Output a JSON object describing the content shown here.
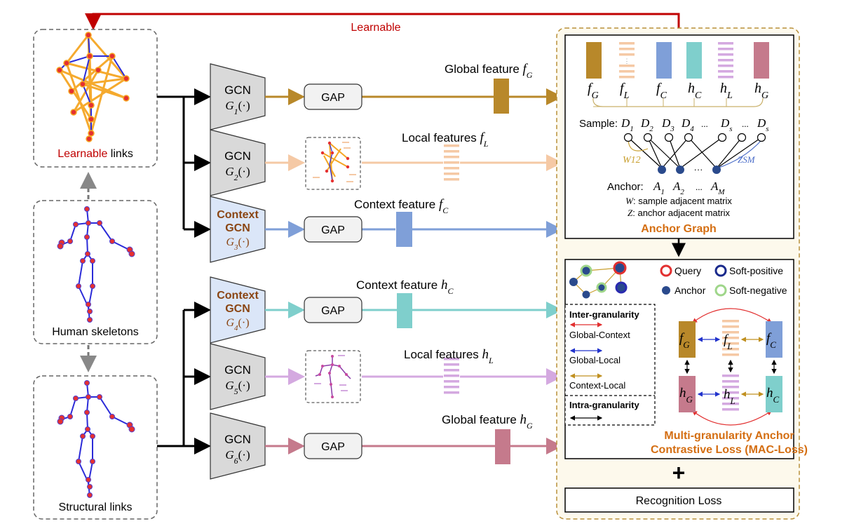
{
  "top_arrow_label": "Learnable",
  "skeleton_panels": [
    {
      "label_prefix": "Learnable",
      "label_suffix": " links"
    },
    {
      "label": "Human skeletons"
    },
    {
      "label": "Structural links"
    }
  ],
  "gcn_blocks": [
    {
      "title_a": "GCN",
      "title_b": "",
      "fn": "G",
      "sub": "1",
      "arg": "(·)",
      "context": false
    },
    {
      "title_a": "GCN",
      "title_b": "",
      "fn": "G",
      "sub": "2",
      "arg": "(·)",
      "context": false
    },
    {
      "title_a": "Context",
      "title_b": "GCN",
      "fn": "G",
      "sub": "3",
      "arg": "(·)",
      "context": true
    },
    {
      "title_a": "Context",
      "title_b": "GCN",
      "fn": "G",
      "sub": "4",
      "arg": "(·)",
      "context": true
    },
    {
      "title_a": "GCN",
      "title_b": "",
      "fn": "G",
      "sub": "5",
      "arg": "(·)",
      "context": false
    },
    {
      "title_a": "GCN",
      "title_b": "",
      "fn": "G",
      "sub": "6",
      "arg": "(·)",
      "context": false
    }
  ],
  "gap_label": "GAP",
  "feature_labels": [
    {
      "text": "Global feature",
      "sym": "f",
      "sub": "G"
    },
    {
      "text": "Local features",
      "sym": "f",
      "sub": "L"
    },
    {
      "text": "Context feature",
      "sym": "f",
      "sub": "C"
    },
    {
      "text": "Context feature",
      "sym": "h",
      "sub": "C"
    },
    {
      "text": "Local features",
      "sym": "h",
      "sub": "L"
    },
    {
      "text": "Global feature",
      "sym": "h",
      "sub": "G"
    }
  ],
  "anchor_graph": {
    "title": "Anchor Graph",
    "bars": [
      {
        "sym": "f",
        "sub": "G"
      },
      {
        "sym": "f",
        "sub": "L"
      },
      {
        "sym": "f",
        "sub": "C"
      },
      {
        "sym": "h",
        "sub": "C"
      },
      {
        "sym": "h",
        "sub": "L"
      },
      {
        "sym": "h",
        "sub": "G"
      }
    ],
    "ellipsis": "...",
    "sample_prefix": "Sample:",
    "samples": [
      "D1",
      "D2",
      "D3",
      "D4",
      "...",
      "Ds",
      "...",
      "Ds"
    ],
    "anchor_prefix": "Anchor:",
    "anchors": [
      "A1",
      "A2",
      "...",
      "AM"
    ],
    "w_label": "W12",
    "z_label": "ZSM",
    "w_desc_sym": "W",
    "w_desc": ": sample adjacent matrix",
    "z_desc_sym": "Z",
    "z_desc": ": anchor adjacent matrix"
  },
  "mac": {
    "legend": [
      "Query",
      "Soft-positive",
      "Anchor",
      "Soft-negative"
    ],
    "inter_title": "Inter-granularity",
    "inter_items": [
      "Global-Context",
      "Global-Local",
      "Context-Local"
    ],
    "intra_title": "Intra-granularity",
    "title_line1": "Multi-granularity Anchor",
    "title_line2": "Contrastive Loss (MAC-Loss)"
  },
  "plus": "+",
  "recognition_loss": "Recognition Loss",
  "colors": {
    "gold": "#b8882a",
    "peach": "#f5c9a5",
    "blue": "#7f9fd8",
    "teal": "#7fcfcc",
    "lilac": "#d4a9e0",
    "rose": "#c57a8c",
    "red": "#c00000",
    "orange": "#d46e12",
    "brown": "#8a4513"
  }
}
